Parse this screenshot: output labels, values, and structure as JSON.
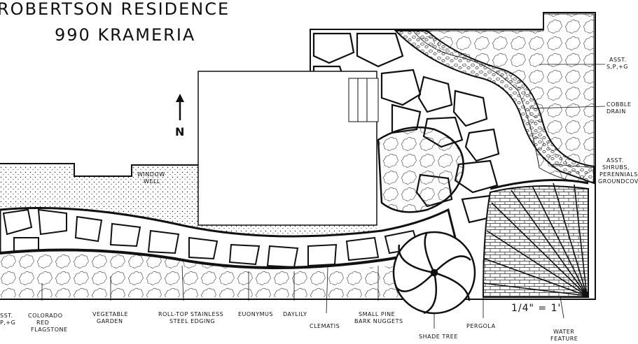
{
  "title": {
    "line1": "ROBERTSON RESIDENCE",
    "line2": "990 KRAMERIA"
  },
  "north_label": "N",
  "scale": "1/4\" = 1'",
  "labels": {
    "window_well": [
      "WINDOW",
      "WELL"
    ],
    "asst_spg": [
      "ASST.",
      "S,P,+G"
    ],
    "cobble_drain": [
      "COBBLE",
      "DRAIN"
    ],
    "asst_shrubs": [
      "ASST.",
      "SHRUBS,",
      "PERENNIALS,",
      "GROUNDCOVER"
    ],
    "asst_left": [
      "SST.",
      "P,+G"
    ],
    "colorado_red": [
      "COLORADO",
      "RED",
      "FLAGSTONE"
    ],
    "vegetable_garden": [
      "VEGETABLE",
      "GARDEN"
    ],
    "edging": [
      "ROLL-TOP STAINLESS",
      "STEEL EDGING"
    ],
    "euonymus": "EUONYMUS",
    "daylily": "DAYLILY",
    "clematis": "CLEMATIS",
    "pine_bark": [
      "SMALL PINE",
      "BARK NUGGETS"
    ],
    "shade_tree": "SHADE TREE",
    "pergola": "PERGOLA",
    "water_feature": [
      "WATER",
      "FEATURE"
    ]
  }
}
